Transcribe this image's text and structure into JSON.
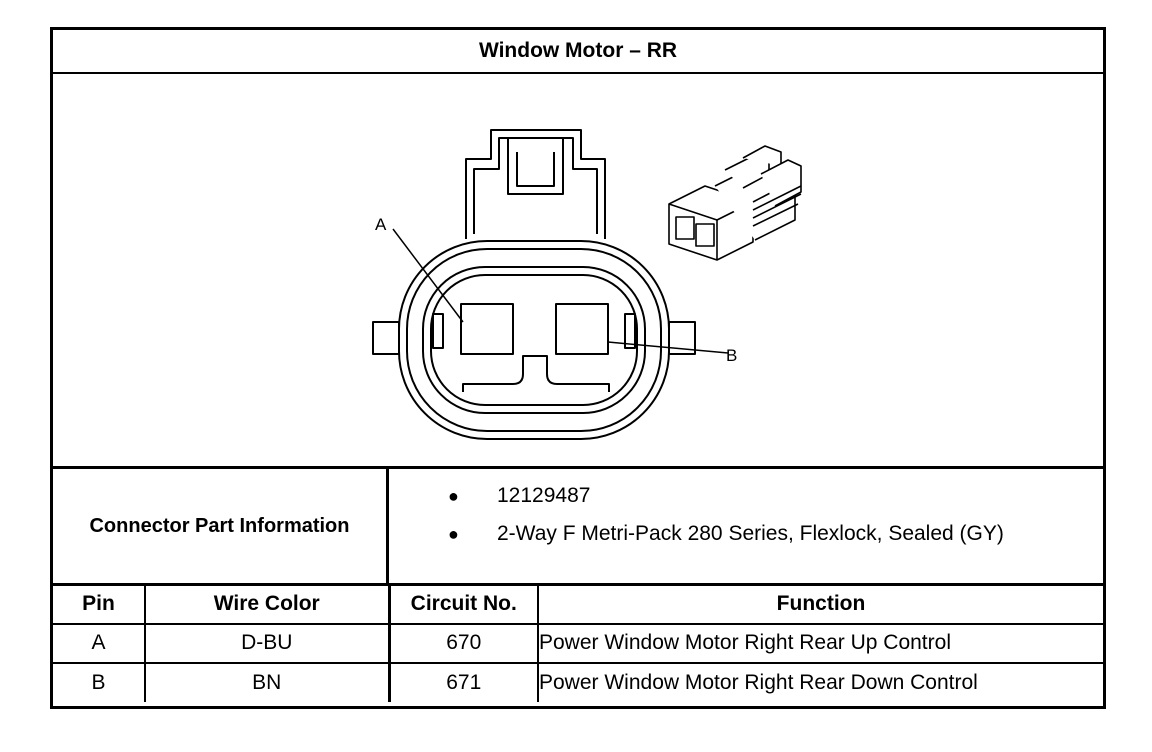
{
  "title": "Window Motor – RR",
  "diagram": {
    "callout_a": "A",
    "callout_b": "B"
  },
  "connector_info": {
    "label": "Connector Part Information",
    "items": [
      "12129487",
      "2-Way F Metri-Pack 280 Series, Flexlock, Sealed (GY)"
    ],
    "bullet": "●"
  },
  "pin_table": {
    "headers": [
      "Pin",
      "Wire Color",
      "Circuit No.",
      "Function"
    ],
    "rows": [
      [
        "A",
        "D-BU",
        "670",
        "Power Window Motor Right Rear Up Control"
      ],
      [
        "B",
        "BN",
        "671",
        "Power Window Motor Right Rear Down Control"
      ]
    ]
  }
}
